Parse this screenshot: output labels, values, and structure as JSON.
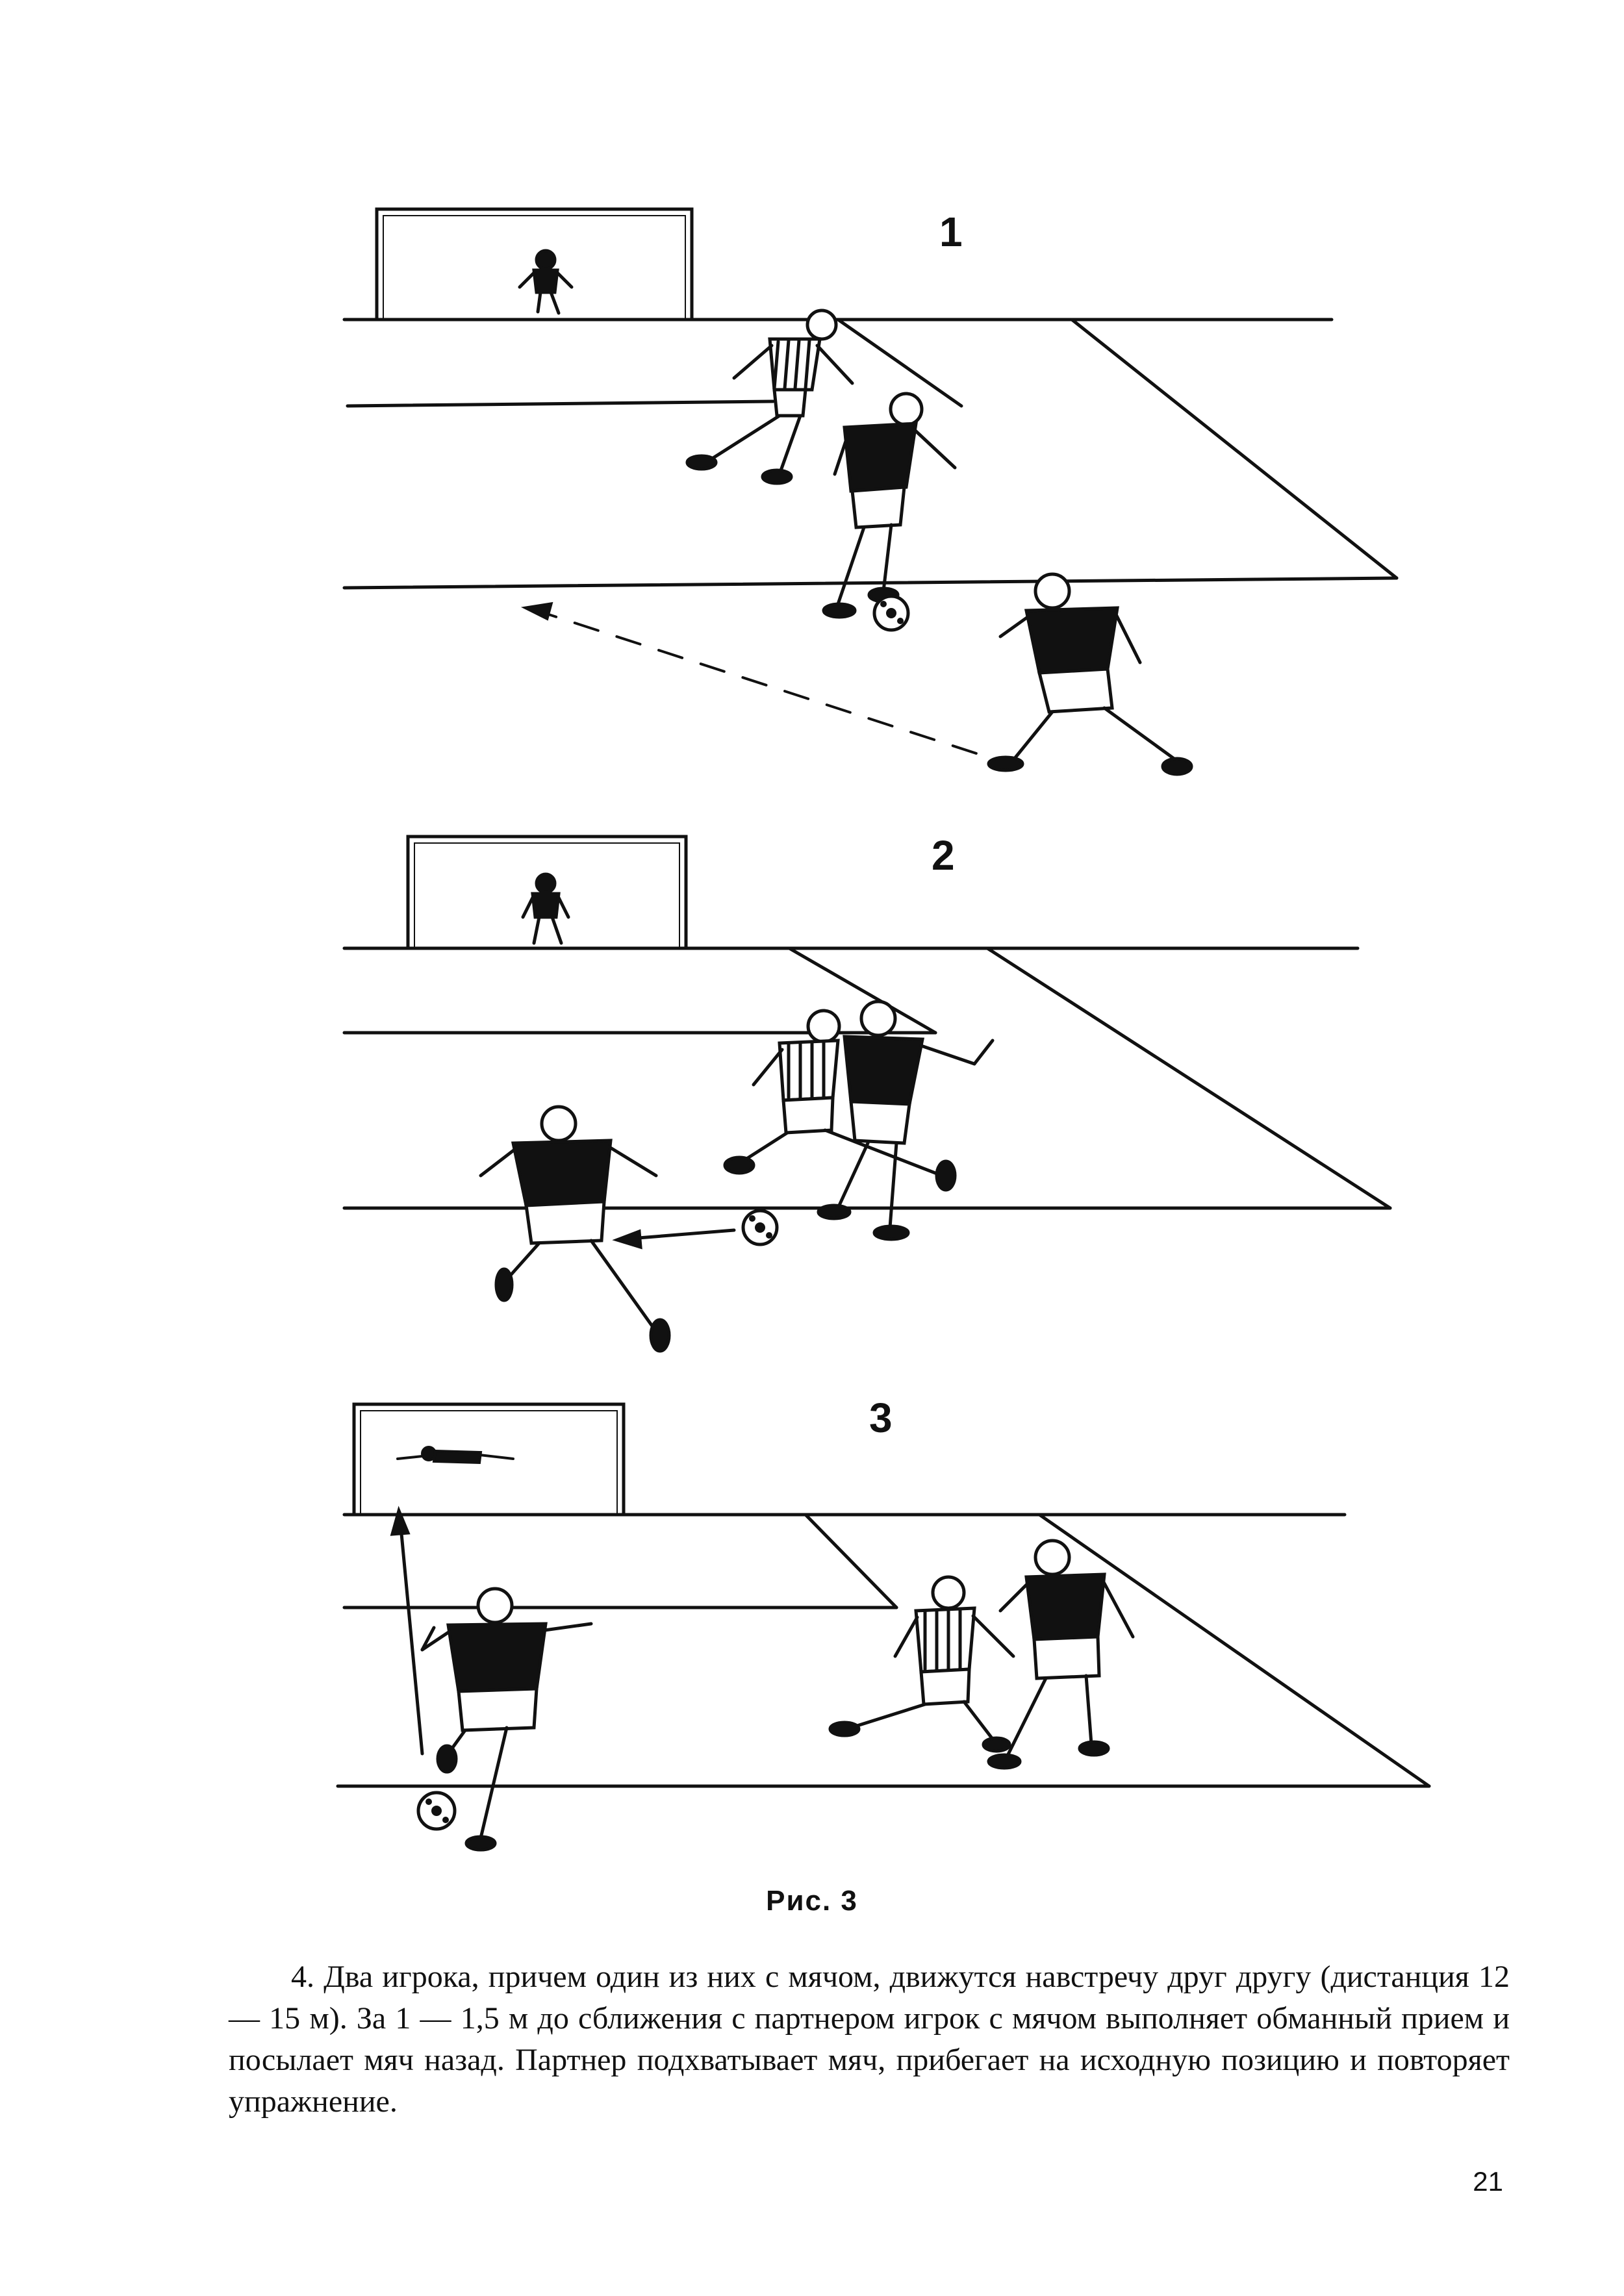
{
  "figure": {
    "panels": [
      {
        "label": "1"
      },
      {
        "label": "2"
      },
      {
        "label": "3"
      }
    ],
    "caption": "Рис. 3"
  },
  "text": {
    "paragraph": "4. Два игрока, причем один из них с мячом, движутся навстречу друг другу (дистанция 12 — 15 м). За 1 — 1,5 м до сближения с партнером игрок с мячом выполняет обманный прием и посылает мяч назад. Партнер подхватывает мяч, прибегает на исходную позицию и повторяет упражнение."
  },
  "page_number": "21"
}
